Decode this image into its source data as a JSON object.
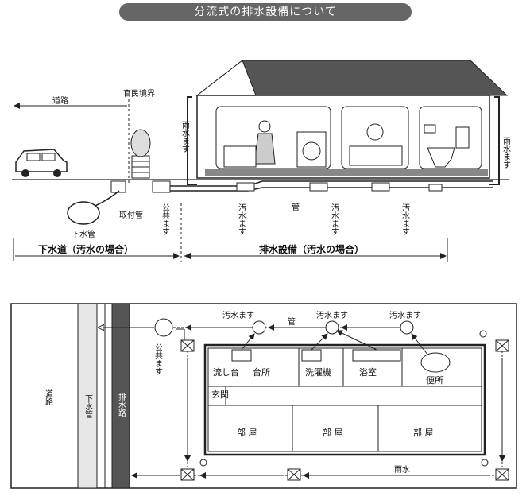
{
  "title": "分流式の排水設備について",
  "top": {
    "road": "道路",
    "boundary": "官民境界",
    "rain_left": "雨水ます",
    "rain_right": "雨水ます",
    "public_masu": "公共ます",
    "take_pipe": "取付管",
    "sewer_pipe": "下水管",
    "kan": "管",
    "osui_masu_1": "汚水ます",
    "osui_masu_2": "汚水ます",
    "osui_masu_3": "汚水ます",
    "section_left": "下水道（汚水の場合）",
    "section_right": "排水設備（汚水の場合）"
  },
  "plan": {
    "road": "道路",
    "sewer": "下水管",
    "drain": "排水路",
    "public_masu": "公共ます",
    "osui_masu_1": "汚水ます",
    "osui_masu_2": "汚水ます",
    "osui_masu_3": "汚水ます",
    "kan": "管",
    "rooms": {
      "sink": "流し台",
      "kitchen": "台所",
      "washer": "洗濯機",
      "bath": "浴室",
      "toilet": "便所",
      "entrance": "玄関",
      "room1": "部 屋",
      "room2": "部 屋",
      "room3": "部 屋"
    },
    "rain": "雨水"
  },
  "colors": {
    "title_bg": "#666666",
    "drain": "#555555",
    "sewer": "#e6e6e6"
  }
}
